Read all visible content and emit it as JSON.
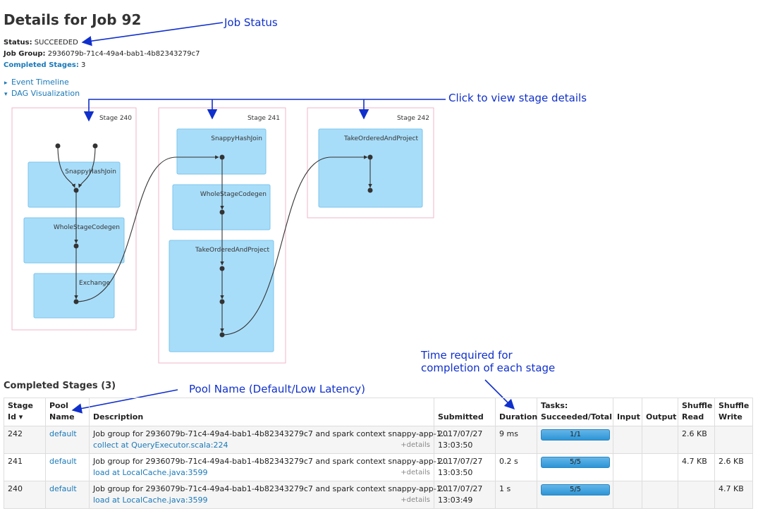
{
  "header": {
    "title": "Details for Job 92",
    "status_label": "Status:",
    "status_value": "SUCCEEDED",
    "job_group_label": "Job Group:",
    "job_group_value": "2936079b-71c4-49a4-bab1-4b82343279c7",
    "completed_stages_label": "Completed Stages:",
    "completed_stages_value": "3"
  },
  "toggles": {
    "event_timeline": "Event Timeline",
    "dag_visualization": "DAG Visualization"
  },
  "annotations": {
    "job_status": "Job Status",
    "click_stage": "Click to view stage details",
    "time_required_line1": "Time required for",
    "time_required_line2": "completion of each stage",
    "pool_name": "Pool Name (Default/Low Latency)"
  },
  "dag": {
    "stages": [
      {
        "label": "Stage 240",
        "ops": [
          "SnappyHashJoin",
          "WholeStageCodegen",
          "Exchange"
        ]
      },
      {
        "label": "Stage 241",
        "ops": [
          "SnappyHashJoin",
          "WholeStageCodegen",
          "TakeOrderedAndProject"
        ]
      },
      {
        "label": "Stage 242",
        "ops": [
          "TakeOrderedAndProject"
        ]
      }
    ]
  },
  "colors": {
    "link": "#1a79b8",
    "annotation": "#1030cc",
    "stage_border": "#f2b6c8",
    "op_fill": "#a8ddf9",
    "op_border": "#7cc5ed",
    "progress": "#3ea3de"
  },
  "completed_section": {
    "title": "Completed Stages (3)",
    "columns": [
      "Stage Id ▾",
      "Pool Name",
      "Description",
      "Submitted",
      "Duration",
      "Tasks: Succeeded/Total",
      "Input",
      "Output",
      "Shuffle Read",
      "Shuffle Write"
    ],
    "rows": [
      {
        "stage_id": "242",
        "pool": "default",
        "desc": "Job group for 2936079b-71c4-49a4-bab1-4b82343279c7 and spark context snappy-app-1...",
        "desc_link": "collect at QueryExecutor.scala:224",
        "details": "+details",
        "submitted_date": "2017/07/27",
        "submitted_time": "13:03:50",
        "duration": "9 ms",
        "tasks": "1/1",
        "tasks_fraction": 1.0,
        "input": "",
        "output": "",
        "shuffle_read": "2.6 KB",
        "shuffle_write": ""
      },
      {
        "stage_id": "241",
        "pool": "default",
        "desc": "Job group for 2936079b-71c4-49a4-bab1-4b82343279c7 and spark context snappy-app-1...",
        "desc_link": "load at LocalCache.java:3599",
        "details": "+details",
        "submitted_date": "2017/07/27",
        "submitted_time": "13:03:50",
        "duration": "0.2 s",
        "tasks": "5/5",
        "tasks_fraction": 1.0,
        "input": "",
        "output": "",
        "shuffle_read": "4.7 KB",
        "shuffle_write": "2.6 KB"
      },
      {
        "stage_id": "240",
        "pool": "default",
        "desc": "Job group for 2936079b-71c4-49a4-bab1-4b82343279c7 and spark context snappy-app-1...",
        "desc_link": "load at LocalCache.java:3599",
        "details": "+details",
        "submitted_date": "2017/07/27",
        "submitted_time": "13:03:49",
        "duration": "1 s",
        "tasks": "5/5",
        "tasks_fraction": 1.0,
        "input": "",
        "output": "",
        "shuffle_read": "",
        "shuffle_write": "4.7 KB"
      }
    ]
  }
}
